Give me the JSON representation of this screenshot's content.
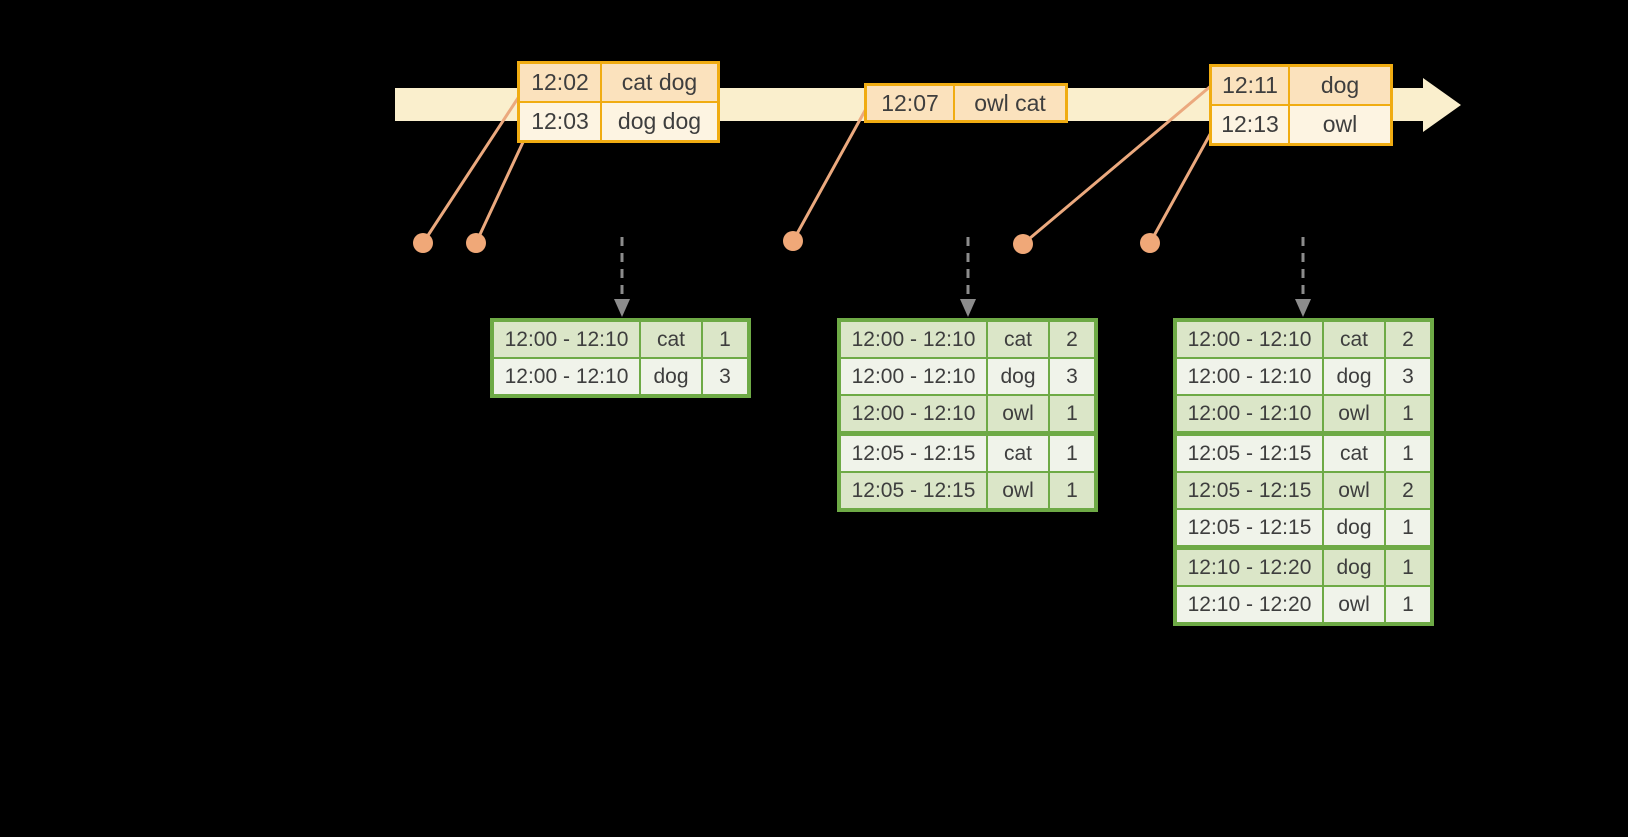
{
  "diagram": {
    "kind": "event-time sliding-window word-count diagram",
    "timeline": {
      "shape": "right-arrow-band"
    }
  },
  "colors": {
    "background": "#000000",
    "timeline_band": "#FAEFCD",
    "event_border": "#F0AC12",
    "event_row_odd": "#FBE2BD",
    "event_row_even": "#FDF4E2",
    "result_border": "#6EAA46",
    "result_row_odd": "#DBE6C8",
    "result_row_even": "#F0F3EA",
    "connector": "#EBA97E",
    "dot": "#F0A878",
    "dashed_arrow": "#8C8C8C",
    "text": "#3E3E3E"
  },
  "event_tables": [
    {
      "rows": [
        {
          "time": "12:02",
          "words": "cat dog"
        },
        {
          "time": "12:03",
          "words": "dog dog"
        }
      ]
    },
    {
      "rows": [
        {
          "time": "12:07",
          "words": "owl cat"
        }
      ]
    },
    {
      "rows": [
        {
          "time": "12:11",
          "words": "dog"
        },
        {
          "time": "12:13",
          "words": "owl"
        }
      ]
    }
  ],
  "result_tables": [
    {
      "rows": [
        {
          "window": "12:00 - 12:10",
          "word": "cat",
          "count": "1"
        },
        {
          "window": "12:00 - 12:10",
          "word": "dog",
          "count": "3"
        }
      ]
    },
    {
      "rows": [
        {
          "window": "12:00 - 12:10",
          "word": "cat",
          "count": "2"
        },
        {
          "window": "12:00 - 12:10",
          "word": "dog",
          "count": "3"
        },
        {
          "window": "12:00 - 12:10",
          "word": "owl",
          "count": "1"
        },
        {
          "window": "12:05 - 12:15",
          "word": "cat",
          "count": "1"
        },
        {
          "window": "12:05 - 12:15",
          "word": "owl",
          "count": "1"
        }
      ]
    },
    {
      "rows": [
        {
          "window": "12:00 - 12:10",
          "word": "cat",
          "count": "2"
        },
        {
          "window": "12:00 - 12:10",
          "word": "dog",
          "count": "3"
        },
        {
          "window": "12:00 - 12:10",
          "word": "owl",
          "count": "1"
        },
        {
          "window": "12:05 - 12:15",
          "word": "cat",
          "count": "1"
        },
        {
          "window": "12:05 - 12:15",
          "word": "owl",
          "count": "2"
        },
        {
          "window": "12:05 - 12:15",
          "word": "dog",
          "count": "1"
        },
        {
          "window": "12:10 - 12:20",
          "word": "dog",
          "count": "1"
        },
        {
          "window": "12:10 - 12:20",
          "word": "owl",
          "count": "1"
        }
      ]
    }
  ]
}
